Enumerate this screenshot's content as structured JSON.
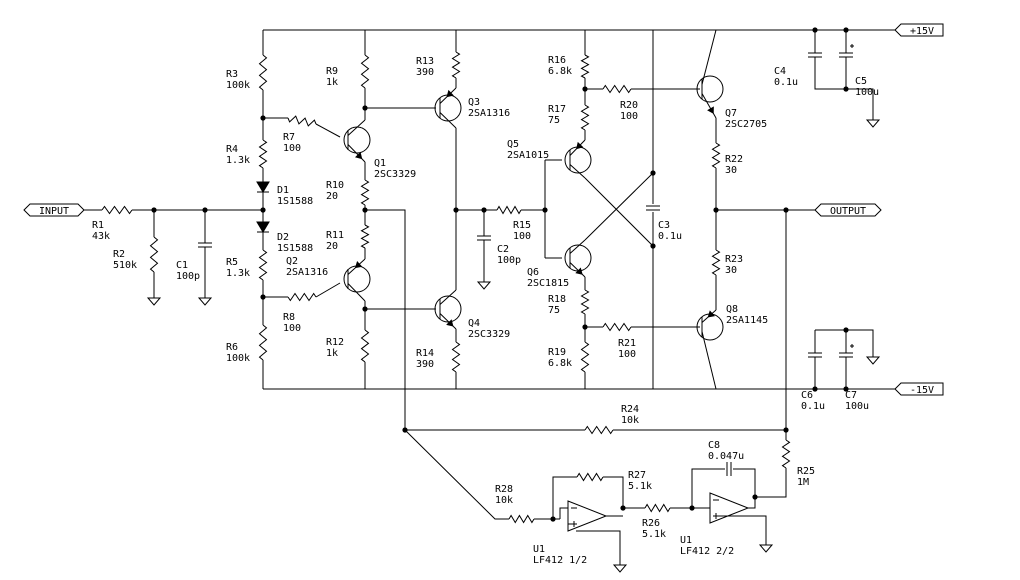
{
  "rails": {
    "pos": "+15V",
    "neg": "-15V"
  },
  "ports": {
    "input": "INPUT",
    "output": "OUTPUT"
  },
  "parts": {
    "R1": [
      "R1",
      "43k"
    ],
    "R2": [
      "R2",
      "510k"
    ],
    "C1": [
      "C1",
      "100p"
    ],
    "R3": [
      "R3",
      "100k"
    ],
    "R4": [
      "R4",
      "1.3k"
    ],
    "D1": [
      "D1",
      "1S1588"
    ],
    "D2": [
      "D2",
      "1S1588"
    ],
    "R5": [
      "R5",
      "1.3k"
    ],
    "R6": [
      "R6",
      "100k"
    ],
    "R7": [
      "R7",
      "100"
    ],
    "R8": [
      "R8",
      "100"
    ],
    "R9": [
      "R9",
      "1k"
    ],
    "R10": [
      "R10",
      "20"
    ],
    "R11": [
      "R11",
      "20"
    ],
    "R12": [
      "R12",
      "1k"
    ],
    "Q1": [
      "Q1",
      "2SC3329"
    ],
    "Q2": [
      "Q2",
      "2SA1316"
    ],
    "R13": [
      "R13",
      "390"
    ],
    "Q3": [
      "Q3",
      "2SA1316"
    ],
    "R14": [
      "R14",
      "390"
    ],
    "Q4": [
      "Q4",
      "2SC3329"
    ],
    "C2": [
      "C2",
      "100p"
    ],
    "R15": [
      "R15",
      "100"
    ],
    "R16": [
      "R16",
      "6.8k"
    ],
    "R17": [
      "R17",
      "75"
    ],
    "Q5": [
      "Q5",
      "2SA1015"
    ],
    "Q6": [
      "Q6",
      "2SC1815"
    ],
    "R18": [
      "R18",
      "75"
    ],
    "R19": [
      "R19",
      "6.8k"
    ],
    "R20": [
      "R20",
      "100"
    ],
    "R21": [
      "R21",
      "100"
    ],
    "C3": [
      "C3",
      "0.1u"
    ],
    "Q7": [
      "Q7",
      "2SC2705"
    ],
    "R22": [
      "R22",
      "30"
    ],
    "R23": [
      "R23",
      "30"
    ],
    "Q8": [
      "Q8",
      "2SA1145"
    ],
    "C4": [
      "C4",
      "0.1u"
    ],
    "C5": [
      "C5",
      "100u"
    ],
    "C6": [
      "C6",
      "0.1u"
    ],
    "C7": [
      "C7",
      "100u"
    ],
    "R24": [
      "R24",
      "10k"
    ],
    "R25": [
      "R25",
      "1M"
    ],
    "R28": [
      "R28",
      "10k"
    ],
    "R27": [
      "R27",
      "5.1k"
    ],
    "R26": [
      "R26",
      "5.1k"
    ],
    "C8": [
      "C8",
      "0.047u"
    ],
    "U1A": [
      "U1",
      "LF412 1/2"
    ],
    "U1B": [
      "U1",
      "LF412 2/2"
    ]
  }
}
